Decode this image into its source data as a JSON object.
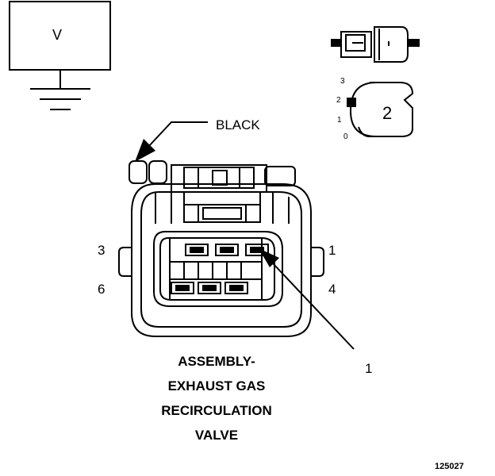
{
  "ground_symbol": {
    "label": "V"
  },
  "color_callout": {
    "label": "BLACK"
  },
  "connector": {
    "pin_labels": {
      "top_left": "3",
      "bottom_left": "6",
      "top_right": "1",
      "bottom_right": "4"
    },
    "callout_number": "1"
  },
  "connector_position_assurance": {
    "positions": [
      "3",
      "2",
      "1",
      "0"
    ],
    "detent_number": "2"
  },
  "title_lines": [
    "ASSEMBLY-",
    "EXHAUST GAS",
    "RECIRCULATION",
    "VALVE"
  ],
  "figure_number": "125027",
  "colors": {
    "line": "#000000",
    "background": "#ffffff"
  }
}
